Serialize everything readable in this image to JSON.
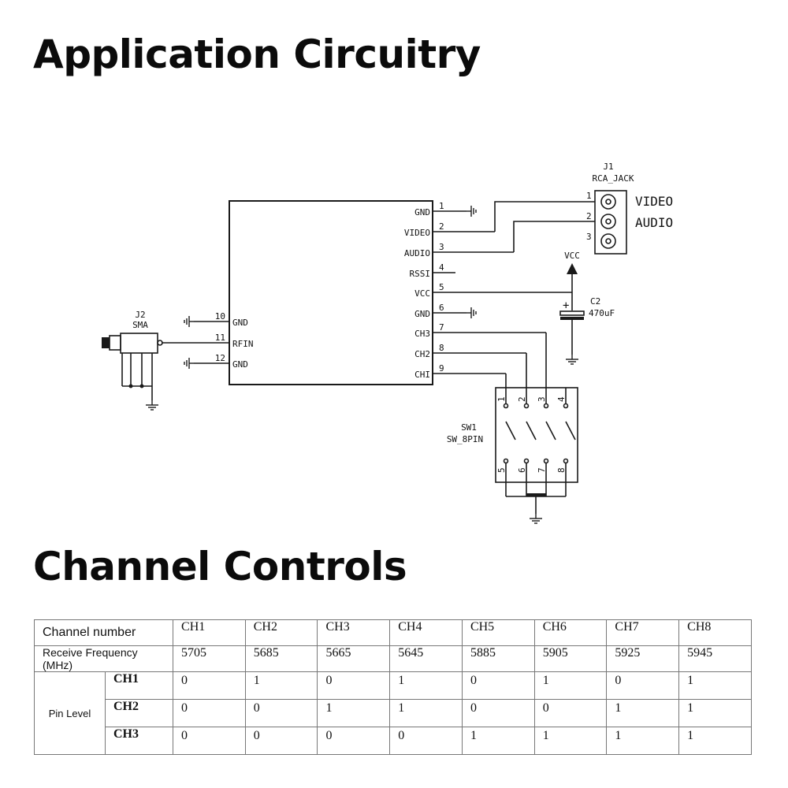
{
  "titles": {
    "circuitry": "Application Circuitry",
    "controls": "Channel Controls"
  },
  "schematic": {
    "module_pins_right": [
      {
        "num": "1",
        "name": "GND"
      },
      {
        "num": "2",
        "name": "VIDEO"
      },
      {
        "num": "3",
        "name": "AUDIO"
      },
      {
        "num": "4",
        "name": "RSSI"
      },
      {
        "num": "5",
        "name": "VCC"
      },
      {
        "num": "6",
        "name": "GND"
      },
      {
        "num": "7",
        "name": "CH3"
      },
      {
        "num": "8",
        "name": "CH2"
      },
      {
        "num": "9",
        "name": "CHI"
      }
    ],
    "module_pins_left": [
      {
        "num": "10",
        "name": "GND"
      },
      {
        "num": "11",
        "name": "RFIN"
      },
      {
        "num": "12",
        "name": "GND"
      }
    ],
    "j1": {
      "ref": "J1",
      "part": "RCA_JACK",
      "pins": [
        "1",
        "2",
        "3"
      ],
      "labels": [
        "VIDEO",
        "AUDIO"
      ]
    },
    "j2": {
      "ref": "J2",
      "part": "SMA"
    },
    "c2": {
      "ref": "C2",
      "value": "470uF",
      "plus": "+"
    },
    "vcc": "VCC",
    "sw1": {
      "ref": "SW1",
      "part": "SW_8PIN",
      "top_pins": [
        "1",
        "2",
        "3",
        "4"
      ],
      "bottom_pins": [
        "5",
        "6",
        "7",
        "8"
      ]
    }
  },
  "table": {
    "channel_label": "Channel number",
    "channels": [
      "CH1",
      "CH2",
      "CH3",
      "CH4",
      "CH5",
      "CH6",
      "CH7",
      "CH8"
    ],
    "freq_label": "Receive Frequency (MHz)",
    "freqs": [
      "5705",
      "5685",
      "5665",
      "5645",
      "5885",
      "5905",
      "5925",
      "5945"
    ],
    "pin_level_label": "Pin Level",
    "pin_rows": [
      {
        "pin": "CH1",
        "values": [
          "0",
          "1",
          "0",
          "1",
          "0",
          "1",
          "0",
          "1"
        ]
      },
      {
        "pin": "CH2",
        "values": [
          "0",
          "0",
          "1",
          "1",
          "0",
          "0",
          "1",
          "1"
        ]
      },
      {
        "pin": "CH3",
        "values": [
          "0",
          "0",
          "0",
          "0",
          "1",
          "1",
          "1",
          "1"
        ]
      }
    ]
  }
}
